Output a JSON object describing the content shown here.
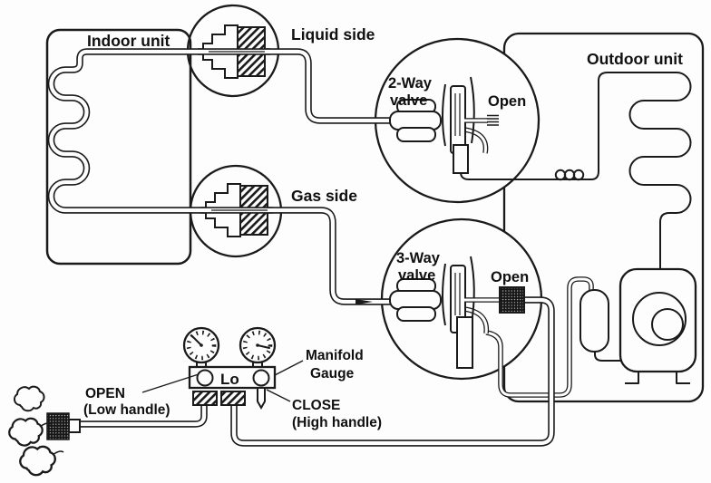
{
  "diagram": {
    "background": "#fdfdfd",
    "line_color": "#1a1a1a",
    "dark_fill": "#161616",
    "labels": {
      "indoor_unit": "Indoor unit",
      "liquid_side": "Liquid side",
      "gas_side": "Gas side",
      "outdoor_unit": "Outdoor unit",
      "two_way_valve": {
        "name_line1": "2-Way",
        "name_line2": "valve",
        "state": "Open"
      },
      "three_way_valve": {
        "name_line1": "3-Way",
        "name_line2": "valve",
        "state": "Open"
      },
      "manifold_gauge": {
        "line1": "Manifold",
        "line2": "Gauge",
        "low_port": "Lo"
      },
      "low_handle": {
        "line1": "OPEN",
        "line2": "(Low handle)"
      },
      "high_handle": {
        "line1": "CLOSE",
        "line2": "(High handle)"
      }
    }
  }
}
